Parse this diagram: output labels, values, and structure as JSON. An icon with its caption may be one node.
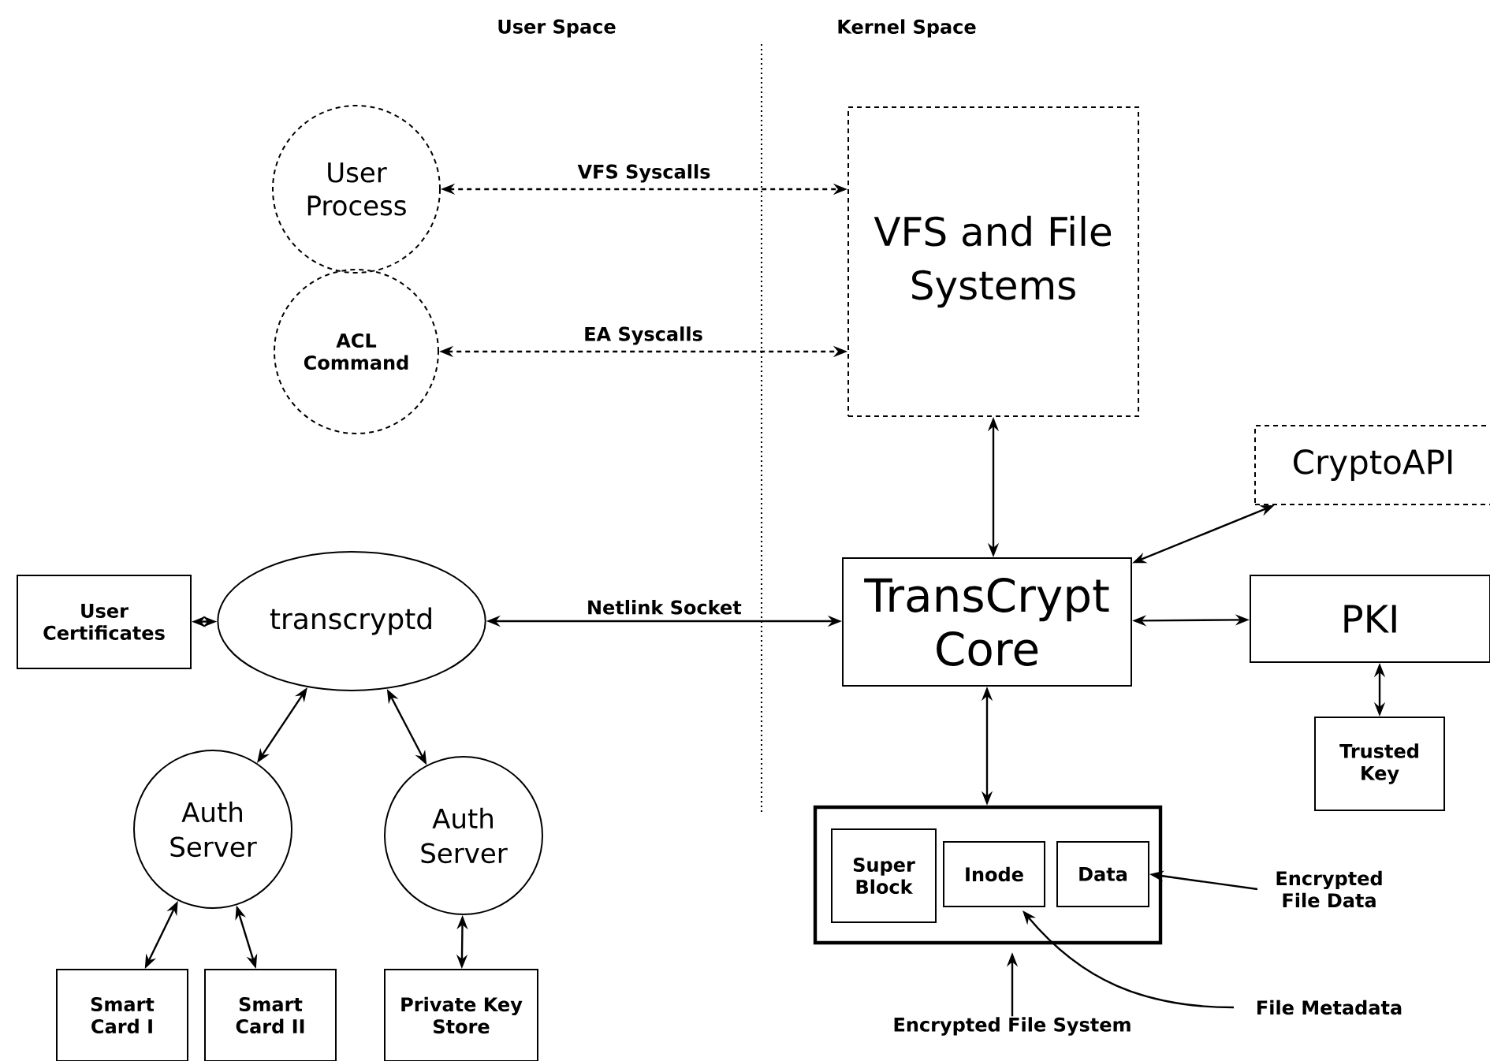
{
  "diagram": {
    "nodes": [
      {
        "text": [
          "User Process"
        ]
      },
      {
        "text": [
          "ACL Command"
        ]
      },
      {
        "text": [
          "VFS and File Systems"
        ]
      },
      {
        "text": [
          "CryptoAPI"
        ]
      },
      {
        "text": [
          "User Certificates"
        ]
      },
      {
        "text": [
          "transcryptd"
        ]
      },
      {
        "text": [
          "TransCrypt Core"
        ]
      },
      {
        "text": [
          "PKI"
        ]
      },
      {
        "text": [
          "Auth Server"
        ]
      },
      {
        "text": [
          "Auth Server"
        ]
      },
      {
        "text": [
          "Trusted Key"
        ]
      },
      {
        "text": [
          "Smart Card I"
        ]
      },
      {
        "text": [
          "Smart Card II"
        ]
      },
      {
        "text": [
          "Private Key Store"
        ]
      },
      {
        "text": [],
        "shape": "box"
      },
      {
        "text": [
          "Super Block"
        ],
        "in": 14
      },
      {
        "text": [
          "Inode"
        ],
        "in": 14
      },
      {
        "text": [
          "Data"
        ],
        "in": 14
      },
      {
        "text": [
          "Encrypted File Data"
        ]
      },
      {
        "text": [
          "File Metadata"
        ]
      },
      {
        "text": [
          "Encrypted File System"
        ]
      }
    ],
    "edges": [
      {
        "from": 0,
        "to": 2,
        "arrow": "both",
        "style": "dashed",
        "label": "VFS Syscalls"
      },
      {
        "from": 1,
        "to": 2,
        "arrow": "both",
        "style": "dashed",
        "label": "EA Syscalls"
      },
      {
        "from": 2,
        "to": 6,
        "arrow": "both"
      },
      {
        "from": 6,
        "to": 3,
        "arrow": "both"
      },
      {
        "from": 4,
        "to": 5,
        "arrow": "both"
      },
      {
        "from": 5,
        "to": 6,
        "arrow": "both",
        "label": "Netlink Socket"
      },
      {
        "from": 6,
        "to": 7,
        "arrow": "both"
      },
      {
        "from": 7,
        "to": 10,
        "arrow": "both"
      },
      {
        "from": 5,
        "to": 8,
        "arrow": "both"
      },
      {
        "from": 5,
        "to": 9,
        "arrow": "both"
      },
      {
        "from": 6,
        "to": 14,
        "arrow": "both"
      },
      {
        "from": 8,
        "to": 11,
        "arrow": "both"
      },
      {
        "from": 8,
        "to": 12,
        "arrow": "both"
      },
      {
        "from": 9,
        "to": 13,
        "arrow": "both"
      },
      {
        "from": 18,
        "to": 17,
        "arrow": "to"
      },
      {
        "from": 19,
        "to": 16,
        "arrow": "to"
      },
      {
        "from": 20,
        "to": 14,
        "arrow": "to"
      }
    ],
    "labels": [
      "User Space",
      "Kernel Space"
    ]
  }
}
